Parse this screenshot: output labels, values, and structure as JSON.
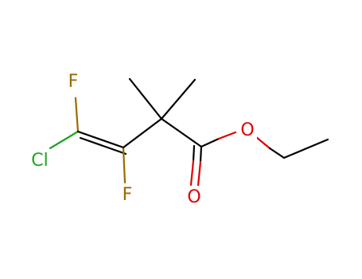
{
  "molecule": {
    "atoms": {
      "f_top": {
        "label": "F",
        "color": "#9a6a00"
      },
      "cl": {
        "label": "Cl",
        "color": "#1fa31f"
      },
      "f_bottom": {
        "label": "F",
        "color": "#9a6a00"
      },
      "o_ester": {
        "label": "O",
        "color": "#e00000"
      },
      "o_carbonyl": {
        "label": "O",
        "color": "#e00000"
      }
    },
    "colors": {
      "bond": "#000000",
      "fluorine": "#9a6a00",
      "chlorine": "#1fa31f",
      "oxygen": "#e00000"
    }
  }
}
